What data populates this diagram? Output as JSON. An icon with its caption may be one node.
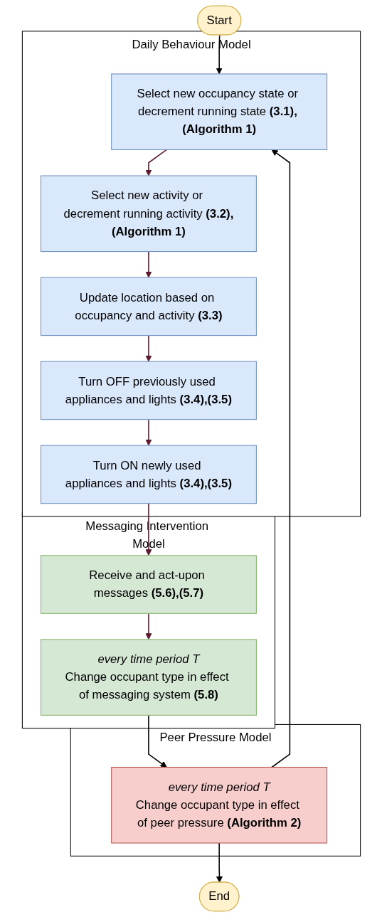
{
  "diagram": {
    "nodes": [
      {
        "text": [
          "Start"
        ]
      },
      {
        "text": [
          "Daily Behaviour Model"
        ]
      },
      {
        "text": [
          "Select new occupancy state or decrement running state **(3.1), (Algorithm 1)**"
        ],
        "in": 1
      },
      {
        "text": [
          "Select new activity or decrement running activity **(3.2),(Algorithm 1)**"
        ],
        "in": 1
      },
      {
        "text": [
          "Update location based on occupancy and activity **(3.3)**"
        ],
        "in": 1
      },
      {
        "text": [
          "Turn OFF previously used appliances and lights **(3.4),(3.5)**"
        ],
        "in": 1
      },
      {
        "text": [
          "Turn ON newly used appliances and lights **(3.4),(3.5)**"
        ],
        "in": 1
      },
      {
        "text": [
          "Messaging Intervention Model"
        ]
      },
      {
        "text": [
          "Receive and act-upon messages **(5.6),(5.7)**"
        ],
        "in": 7
      },
      {
        "text": [
          "every time period T",
          "Change occupant type in effect of messaging system **(5.8)**"
        ],
        "in": 7
      },
      {
        "text": [
          "Peer Pressure Model"
        ]
      },
      {
        "text": [
          "every time period T",
          "Change occupant type in effect of peer pressure **(Algorithm 2)**"
        ],
        "in": 10
      },
      {
        "text": [
          "End"
        ]
      }
    ],
    "edges": [
      {
        "from": 0,
        "to": 2,
        "arrow": "to",
        "color": "#000000"
      },
      {
        "from": 2,
        "to": 3,
        "arrow": "to"
      },
      {
        "from": 3,
        "to": 4,
        "arrow": "to"
      },
      {
        "from": 4,
        "to": 5,
        "arrow": "to"
      },
      {
        "from": 5,
        "to": 6,
        "arrow": "to"
      },
      {
        "from": 6,
        "to": 8,
        "arrow": "to"
      },
      {
        "from": 8,
        "to": 9,
        "arrow": "to"
      },
      {
        "from": 9,
        "to": 11,
        "arrow": "to",
        "color": "#000000"
      },
      {
        "from": 11,
        "to": 12,
        "arrow": "to",
        "color": "#000000"
      },
      {
        "from": 11,
        "to": 2,
        "arrow": "to",
        "color": "#000000"
      }
    ]
  }
}
